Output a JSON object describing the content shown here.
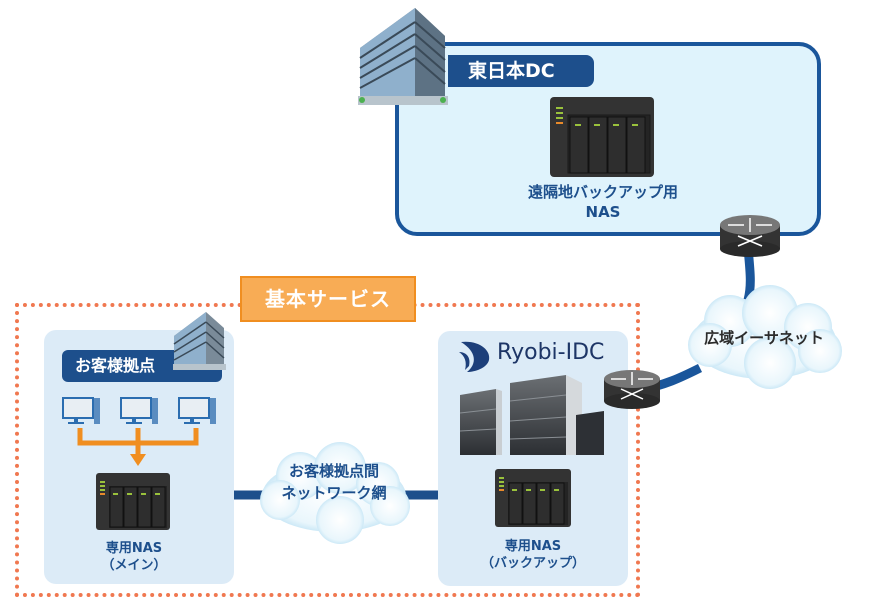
{
  "east_dc": {
    "title": "東日本DC",
    "nas_label_line1": "遠隔地バックアップ用",
    "nas_label_line2": "NAS"
  },
  "basic_service": {
    "title": "基本サービス"
  },
  "customer_site": {
    "title": "お客様拠点",
    "pc_count": 3,
    "nas_label_line1": "専用NAS",
    "nas_label_line2": "（メイン）"
  },
  "inter_site_network": {
    "line1": "お客様拠点間",
    "line2": "ネットワーク網"
  },
  "ryobi_idc": {
    "logo_text": "Ryobi-IDC",
    "nas_label_line1": "専用NAS",
    "nas_label_line2": "（バックアップ）"
  },
  "wide_area": {
    "label": "広域イーサネット"
  },
  "colors": {
    "navy": "#1d4f8c",
    "line_blue": "#1a569b",
    "orange": "#f08e20",
    "dotted_border": "#f07850",
    "panel": "#dcebf7",
    "dc_fill": "#dff3fc"
  }
}
